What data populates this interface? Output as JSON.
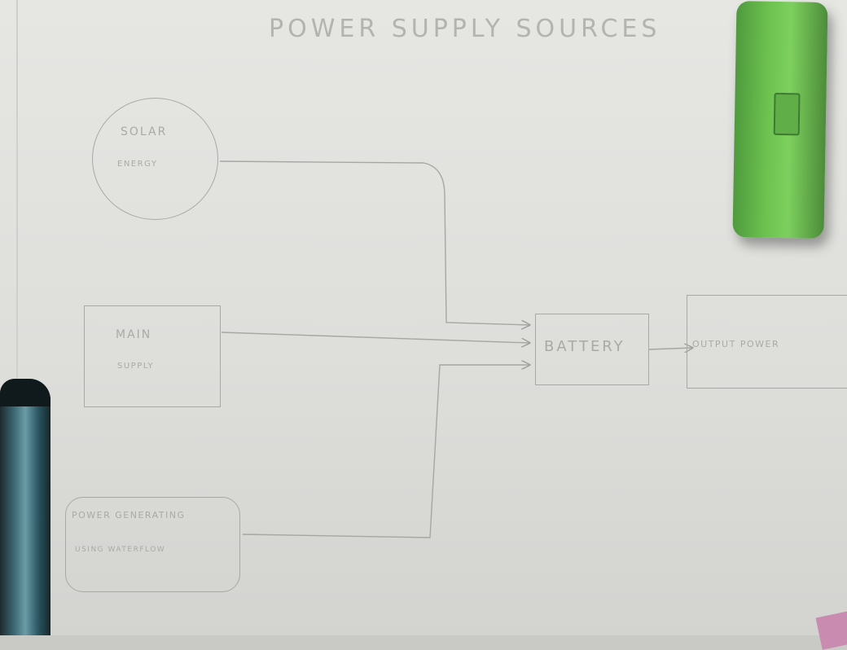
{
  "title": "POWER SUPPLY SOURCES",
  "nodes": {
    "solar": {
      "line1": "SOLAR",
      "line2": "ENERGY"
    },
    "main": {
      "line1": "MAIN",
      "line2": "SUPPLY"
    },
    "water": {
      "line1": "POWER GENERATING",
      "line2": "USING WATERFLOW"
    },
    "battery": "BATTERY",
    "output": "OUTPUT POWER"
  },
  "colors": {
    "pencil": "#a8a8a5",
    "paper": "#e3e3e0",
    "case": "#6cc14f"
  },
  "edges": [
    {
      "from": "solar",
      "to": "battery"
    },
    {
      "from": "main",
      "to": "battery"
    },
    {
      "from": "water",
      "to": "battery"
    },
    {
      "from": "battery",
      "to": "output"
    }
  ]
}
